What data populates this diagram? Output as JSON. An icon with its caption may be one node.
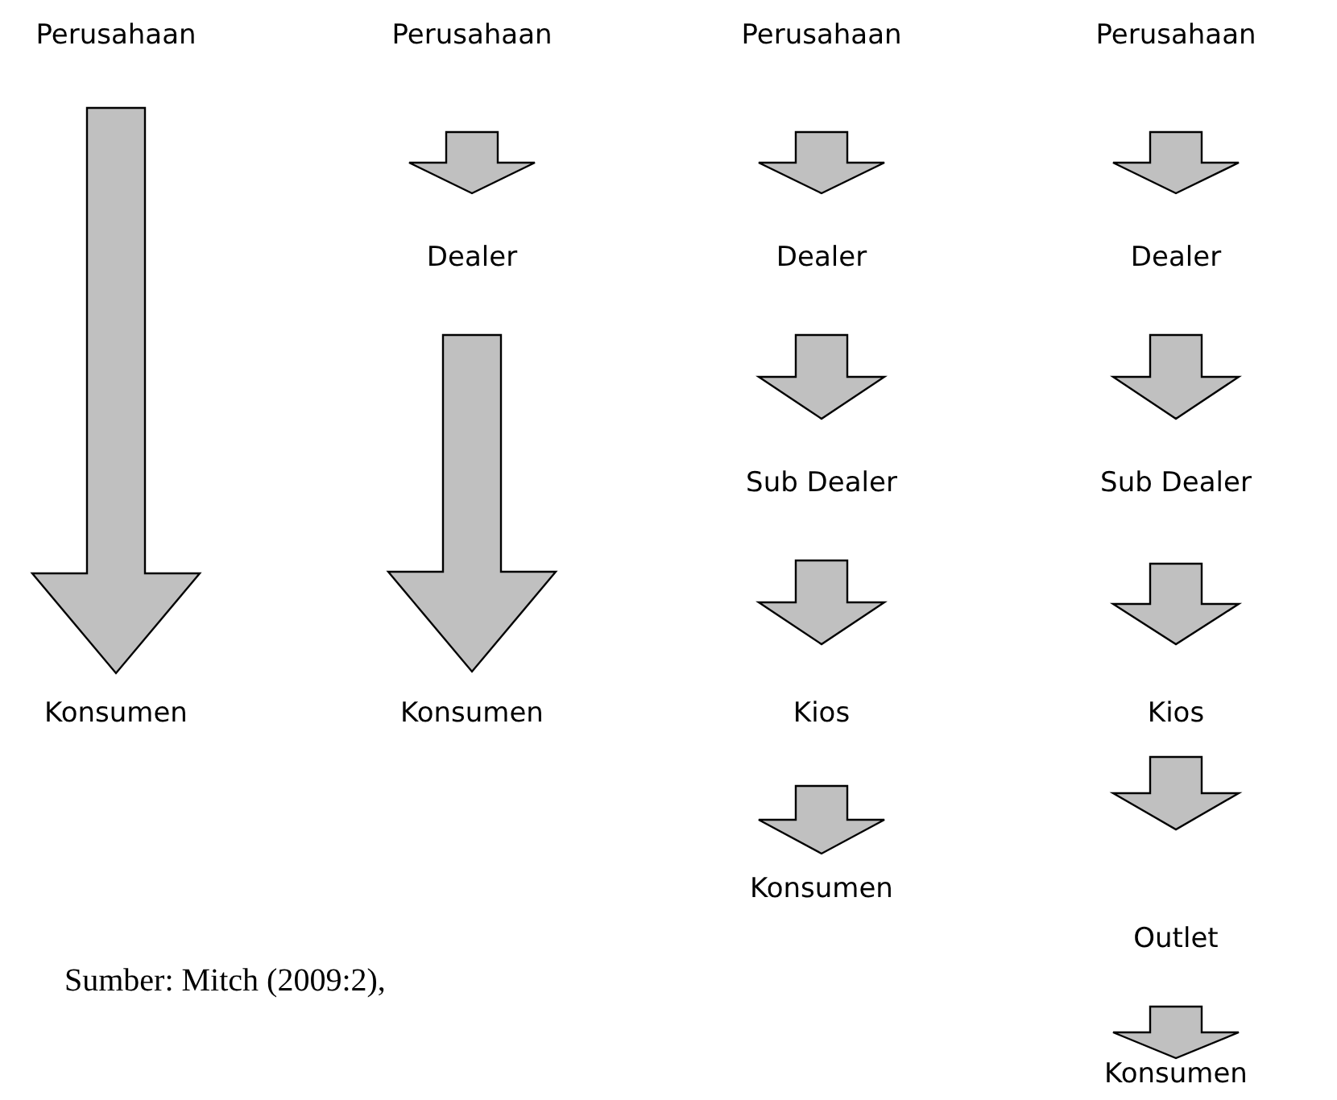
{
  "diagram": {
    "caption": "Sumber: Mitch (2009:2),",
    "nodes": [
      {
        "text": [
          "Perusahaan"
        ]
      },
      {
        "text": [
          "Konsumen"
        ]
      },
      {
        "text": [
          "Perusahaan"
        ]
      },
      {
        "text": [
          "Dealer"
        ]
      },
      {
        "text": [
          "Konsumen"
        ]
      },
      {
        "text": [
          "Perusahaan"
        ]
      },
      {
        "text": [
          "Dealer"
        ]
      },
      {
        "text": [
          "Sub Dealer"
        ]
      },
      {
        "text": [
          "Kios"
        ]
      },
      {
        "text": [
          "Konsumen"
        ]
      },
      {
        "text": [
          "Perusahaan"
        ]
      },
      {
        "text": [
          "Dealer"
        ]
      },
      {
        "text": [
          "Sub Dealer"
        ]
      },
      {
        "text": [
          "Kios"
        ]
      },
      {
        "text": [
          "Outlet"
        ]
      },
      {
        "text": [
          "Konsumen"
        ]
      }
    ],
    "edges": [
      {
        "from": 0,
        "to": 1,
        "arrow": "to"
      },
      {
        "from": 2,
        "to": 3,
        "arrow": "to"
      },
      {
        "from": 3,
        "to": 4,
        "arrow": "to"
      },
      {
        "from": 5,
        "to": 6,
        "arrow": "to"
      },
      {
        "from": 6,
        "to": 7,
        "arrow": "to"
      },
      {
        "from": 7,
        "to": 8,
        "arrow": "to"
      },
      {
        "from": 8,
        "to": 9,
        "arrow": "to"
      },
      {
        "from": 10,
        "to": 11,
        "arrow": "to"
      },
      {
        "from": 11,
        "to": 12,
        "arrow": "to"
      },
      {
        "from": 12,
        "to": 13,
        "arrow": "to"
      },
      {
        "from": 13,
        "to": 14,
        "arrow": "to"
      },
      {
        "from": 14,
        "to": 15,
        "arrow": "to"
      }
    ]
  }
}
